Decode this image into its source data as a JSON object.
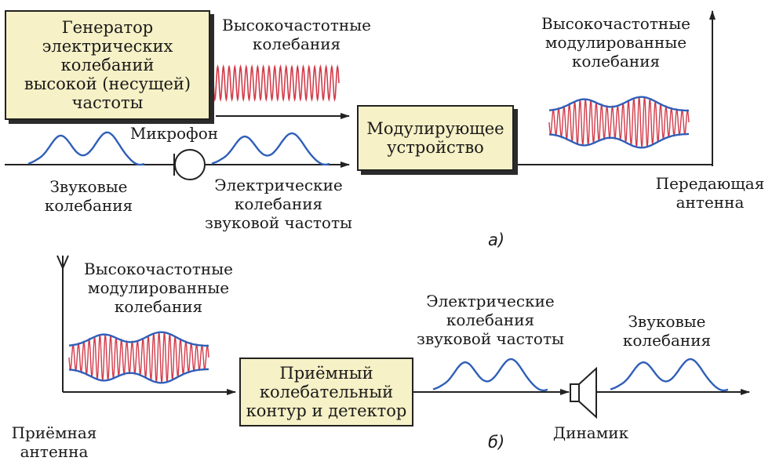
{
  "panel_a": {
    "generator": "Генератор\nэлектрических\nколебаний\nвысокой (несущей)\nчастоты",
    "hf_label": "Высокочастотные\nколебания",
    "modulator": "Модулирующее\nустройство",
    "modulated_label": "Высокочастотные\nмодулированные\nколебания",
    "microphone": "Микрофон",
    "sound_label": "Звуковые\nколебания",
    "electric_label": "Электрические\nколебания\nзвуковой частоты",
    "antenna": "Передающая\nантенна",
    "caption": "а)"
  },
  "panel_b": {
    "modulated_label": "Высокочастотные\nмодулированные\nколебания",
    "receiver": "Приёмный\nколебательный\nконтур и детектор",
    "electric_label": "Электрические\nколебания\nзвуковой частоты",
    "sound_label": "Звуковые\nколебания",
    "speaker": "Динамик",
    "antenna": "Приёмная\nантенна",
    "caption": "б)"
  },
  "colors": {
    "box_fill": "#f6f1c6",
    "wave_blue": "#2f5fb8",
    "carrier_red": "#d23b4a",
    "line": "#222222"
  }
}
